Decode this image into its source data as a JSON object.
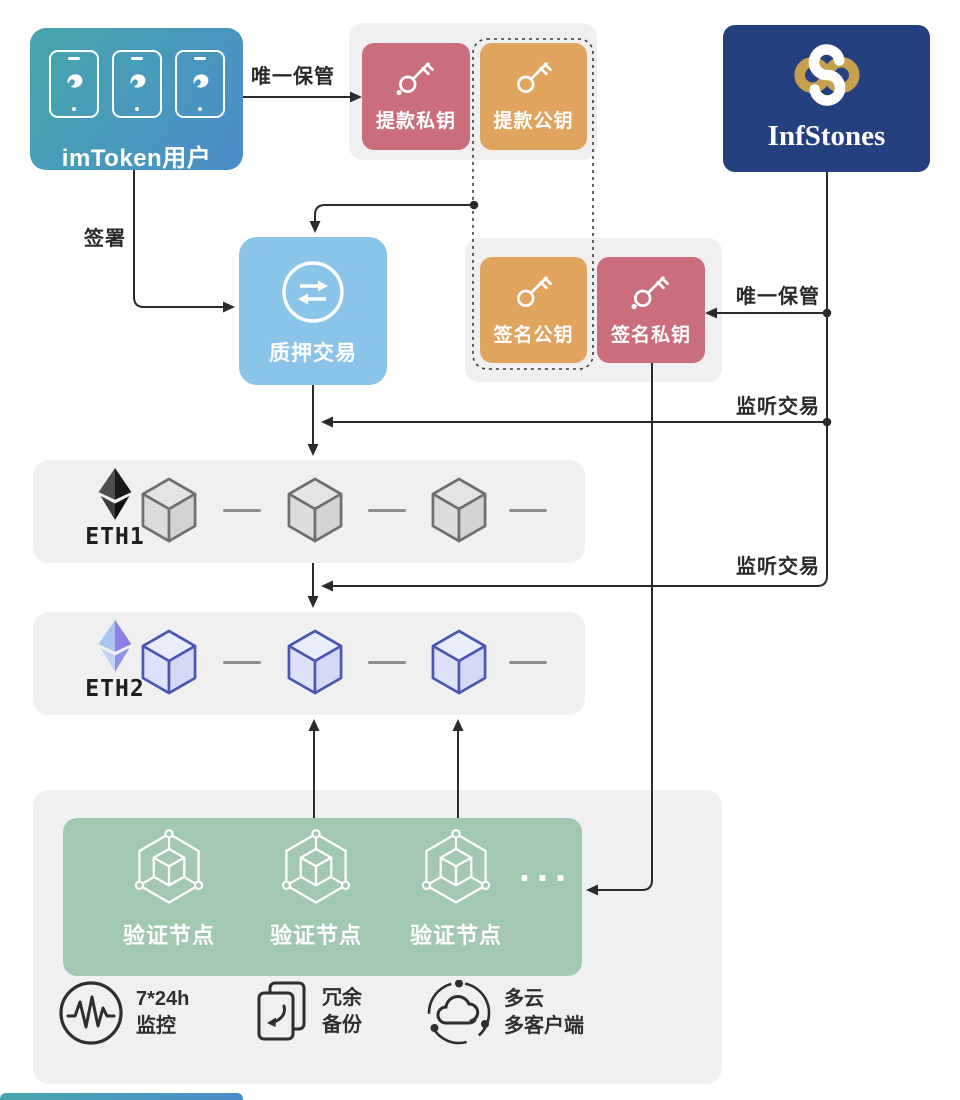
{
  "nodes": {
    "imtoken": {
      "label": "imToken用户"
    },
    "infstones": {
      "label": "InfStones"
    },
    "withdraw_private_key": {
      "label": "提款私钥"
    },
    "withdraw_public_key": {
      "label": "提款公钥"
    },
    "sign_public_key": {
      "label": "签名公钥"
    },
    "sign_private_key": {
      "label": "签名私钥"
    },
    "staking_tx": {
      "label": "质押交易"
    },
    "eth1": {
      "label": "ETH1"
    },
    "eth2": {
      "label": "ETH2"
    },
    "validators": {
      "labels": [
        "验证节点",
        "验证节点",
        "验证节点"
      ],
      "ellipsis": "..."
    }
  },
  "edges": {
    "sole_custody_left": "唯一保管",
    "sole_custody_right": "唯一保管",
    "sign_label": "签署",
    "listen_tx_1": "监听交易",
    "listen_tx_2": "监听交易"
  },
  "features": [
    {
      "icon": "monitor-icon",
      "line1": "7*24h",
      "line2": "监控"
    },
    {
      "icon": "backup-icon",
      "line1": "冗余",
      "line2": "备份"
    },
    {
      "icon": "multicloud-icon",
      "line1": "多云",
      "line2": "多客户端"
    }
  ],
  "colors": {
    "imtoken_gradient_start": "#47a6ac",
    "imtoken_gradient_end": "#4a8dc9",
    "private_key_red": "#ca6e7c",
    "public_key_orange": "#e0a45f",
    "staking_blue": "#8ac4e9",
    "infstones_navy": "#24407f",
    "infstones_gold": "#c7a04f",
    "validator_green": "#a3c8b1",
    "container_gray": "#f0f0f1",
    "line_dark": "#2b2b2b"
  }
}
